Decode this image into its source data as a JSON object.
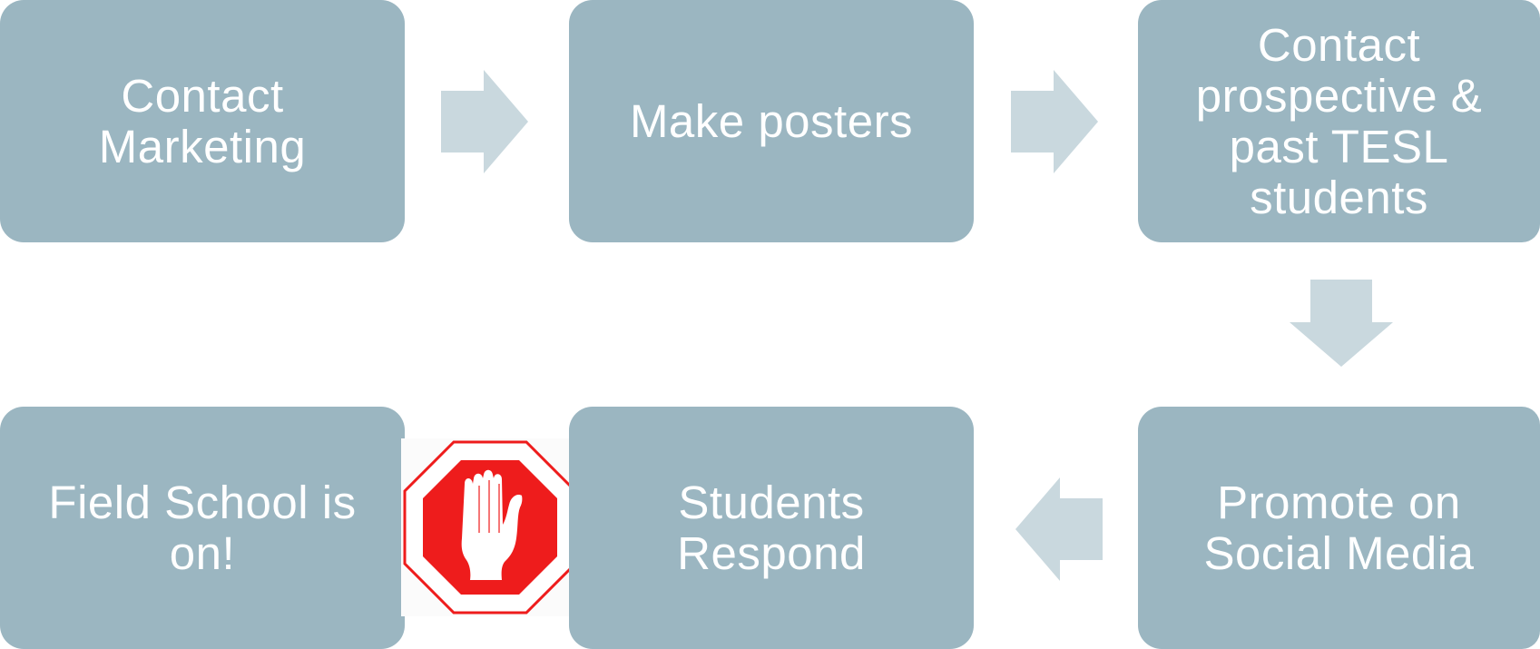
{
  "steps": {
    "contact_marketing": "Contact\nMarketing",
    "make_posters": "Make posters",
    "contact_students": "Contact\nprospective &\npast TESL\nstudents",
    "promote_social": "Promote on\nSocial Media",
    "students_respond": "Students\nRespond",
    "field_school": "Field School is\non!"
  },
  "colors": {
    "box_fill": "#9bb6c1",
    "arrow_fill": "#c9d8de",
    "text": "#ffffff",
    "stop_red": "#ee1c1c"
  },
  "icons": {
    "stop": "stop-sign-hand-icon"
  }
}
